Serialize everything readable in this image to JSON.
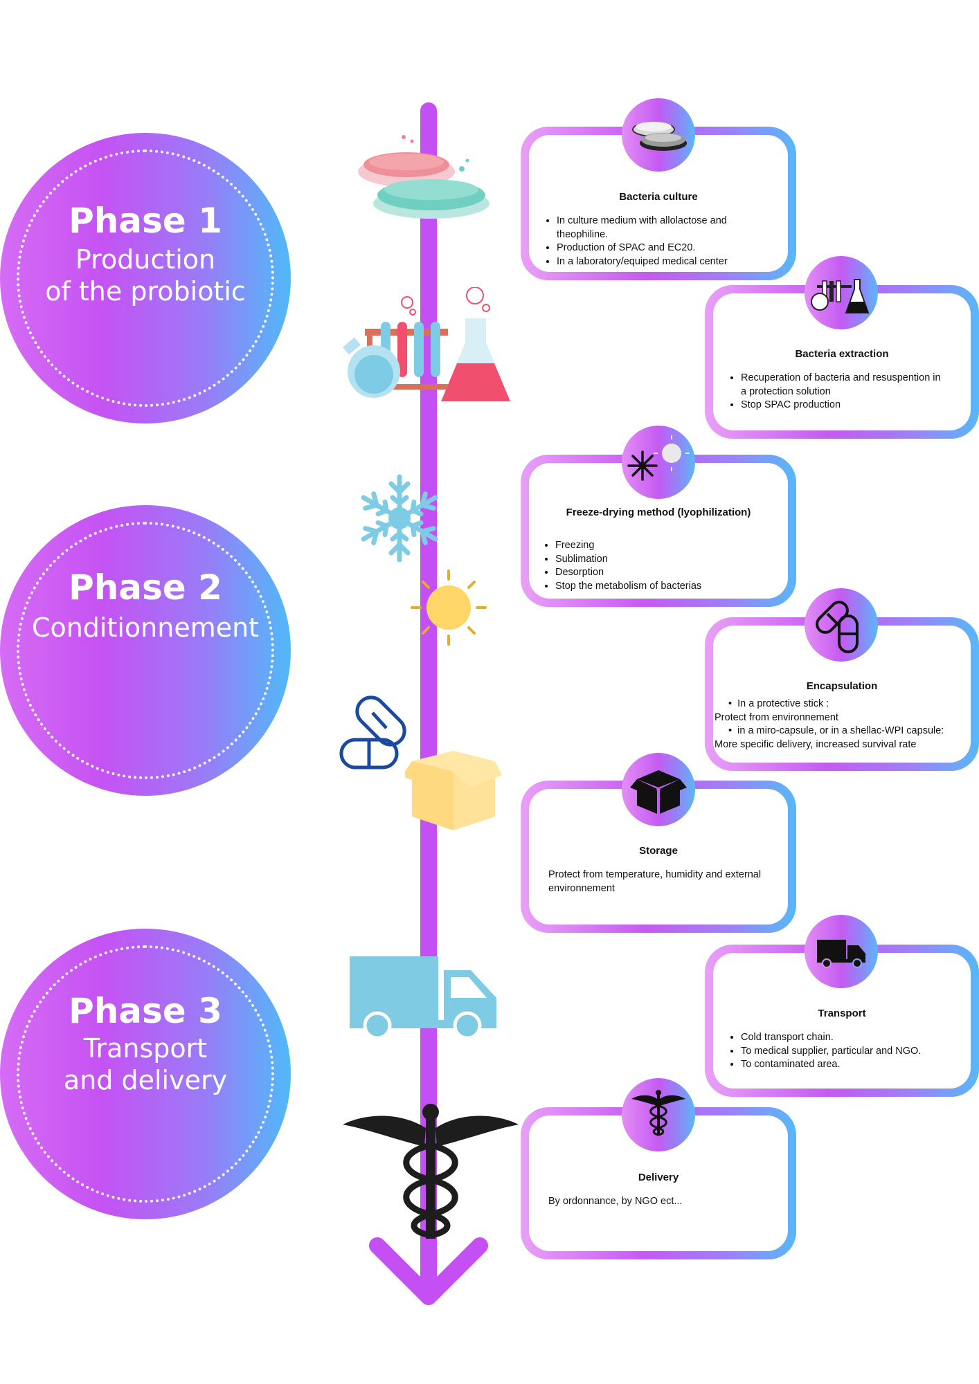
{
  "phases": [
    {
      "title": "Phase 1",
      "subtitle": "Production\nof the probiotic"
    },
    {
      "title": "Phase 2",
      "subtitle": "Conditionnement"
    },
    {
      "title": "Phase 3",
      "subtitle": "Transport\nand delivery"
    }
  ],
  "steps": [
    {
      "title": "Bacteria culture",
      "icon": "petri-dish-icon",
      "items": [
        "In culture medium with allolactose and theophiline.",
        "Production of SPAC and EC20.",
        "In a laboratory/equiped medical center"
      ]
    },
    {
      "title": "Bacteria extraction",
      "icon": "lab-glassware-icon",
      "items": [
        "Recuperation of bacteria and resuspention in a protection solution",
        "Stop SPAC production"
      ]
    },
    {
      "title": "Freeze-drying method (lyophilization)",
      "icon": "freeze-sun-icon",
      "items": [
        "Freezing",
        "Sublimation",
        "Desorption",
        "Stop the metabolism of bacterias"
      ]
    },
    {
      "title": "Encapsulation",
      "icon": "capsule-icon",
      "items": [
        "In a protective stick :",
        "in a miro-capsule, or in a shellac-WPI capsule:"
      ],
      "notes": [
        "Protect from environnement",
        "More specific delivery, increased survival rate"
      ]
    },
    {
      "title": "Storage",
      "icon": "box-icon",
      "text": "Protect from temperature, humidity and external environnement"
    },
    {
      "title": "Transport",
      "icon": "truck-icon",
      "items": [
        "Cold transport chain.",
        "To medical supplier, particular and NGO.",
        "To contaminated area."
      ]
    },
    {
      "title": "Delivery",
      "icon": "caduceus-icon",
      "text": "By ordonnance, by NGO ect..."
    }
  ],
  "colors": {
    "timeline": "#c44ff2",
    "gradient_start": "#d66cf5",
    "gradient_end": "#4fbaf8",
    "petri_red": "#ef8f97",
    "petri_teal": "#6fcfc1",
    "snow_blue": "#7ecbe6",
    "sun_yellow": "#ffd667",
    "pill_blue": "#1a4aa0",
    "box_yellow": "#ffd980",
    "truck_blue": "#7ecbe3"
  }
}
